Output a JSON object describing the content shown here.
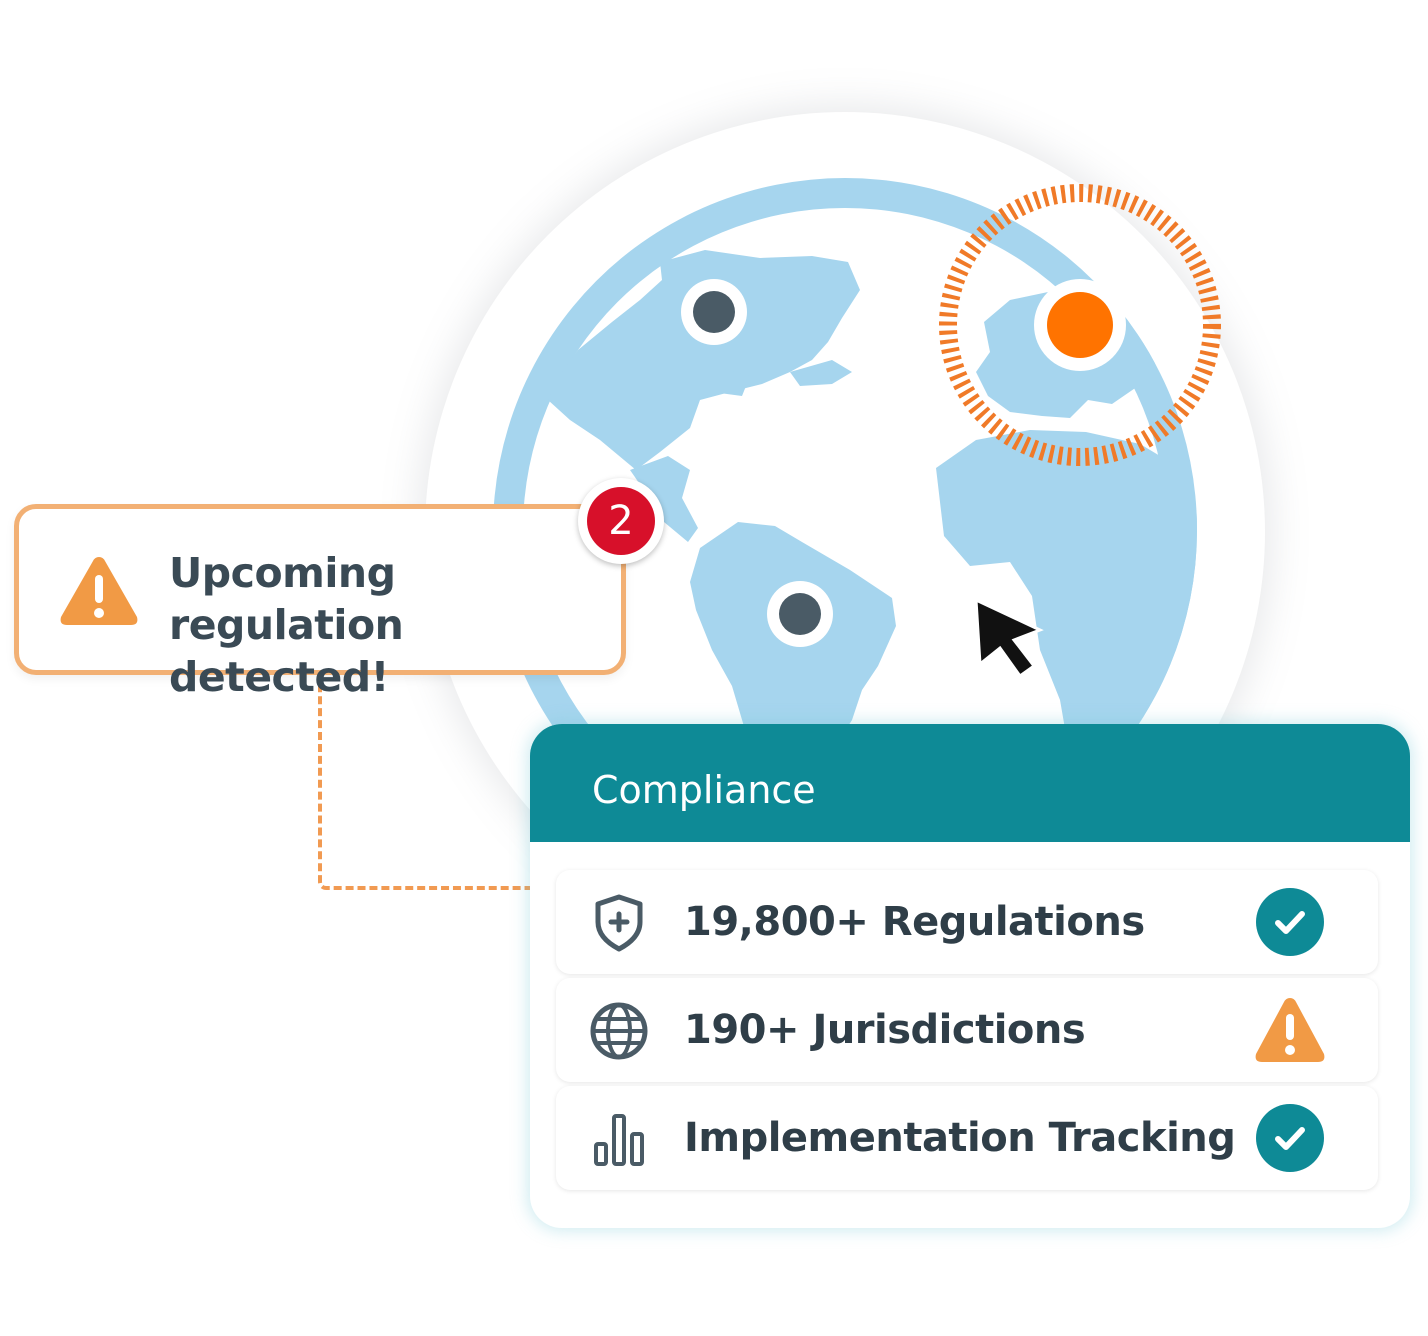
{
  "alert": {
    "title_line1": "Upcoming",
    "title_line2": "regulation detected!",
    "badge_count": "2",
    "icon": "warning-icon",
    "border_color": "#f2b074"
  },
  "map": {
    "markers": [
      {
        "region": "north-america",
        "state": "normal",
        "color": "#4a5b66"
      },
      {
        "region": "south-america",
        "state": "normal",
        "color": "#4a5b66"
      },
      {
        "region": "europe",
        "state": "alert",
        "color": "#ff7300"
      }
    ],
    "land_color": "#a6d5ee",
    "highlight_ring_color": "#f07a28"
  },
  "compliance": {
    "header": "Compliance",
    "header_color": "#0e8a96",
    "items": [
      {
        "label": "19,800+ Regulations",
        "icon": "shield-icon",
        "status": "check",
        "status_color": "#0e8a96"
      },
      {
        "label": "190+ Jurisdictions",
        "icon": "globe-icon",
        "status": "warning",
        "status_color": "#f19a45"
      },
      {
        "label": "Implementation Tracking",
        "icon": "bar-chart-icon",
        "status": "check",
        "status_color": "#0e8a96"
      }
    ]
  }
}
